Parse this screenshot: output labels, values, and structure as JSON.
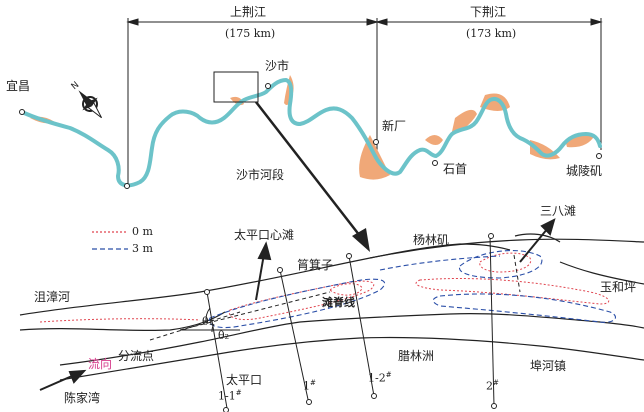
{
  "sections": {
    "upper": {
      "name": "上荆江",
      "length": "(175 km)"
    },
    "lower": {
      "name": "下荆江",
      "length": "(173 km)"
    }
  },
  "places_top": {
    "yichang": "宜昌",
    "shashi": "沙市",
    "xinchang": "新厂",
    "shishou": "石首",
    "chenglingji": "城陵矶",
    "shashi_reach": "沙市河段"
  },
  "detail": {
    "sanbatan": "三八滩",
    "taipingkou_xintan": "太平口心滩",
    "yanglinji": "杨林矶",
    "pojizi": "筲箕子",
    "yuhegang": "玉和坪",
    "jvzhanghe": "沮漳河",
    "fenliudian": "分流点",
    "liuxiang": "流向",
    "chenjiawan": "陈家湾",
    "taipingkou": "太平口",
    "lalinzhou": "腊林洲",
    "buhezhen": "埠河镇",
    "tanjixian": "滩脊线",
    "theta1": "θ₁",
    "theta2": "θ₂",
    "section_1_1": "1-1",
    "section_1": "1",
    "section_1_2": "1-2",
    "section_2": "2",
    "section_mark": "#"
  },
  "legend": {
    "items": [
      {
        "label": "0 m",
        "color": "#e0454f",
        "style": "dotted"
      },
      {
        "label": "3 m",
        "color": "#2b4fa8",
        "style": "dashed"
      }
    ]
  },
  "colors": {
    "river": "#6cc3c9",
    "bank": "#f0a878",
    "flow_label": "#d63a8a"
  },
  "icons": {
    "north_arrow": "compass-north-arrow-icon"
  }
}
